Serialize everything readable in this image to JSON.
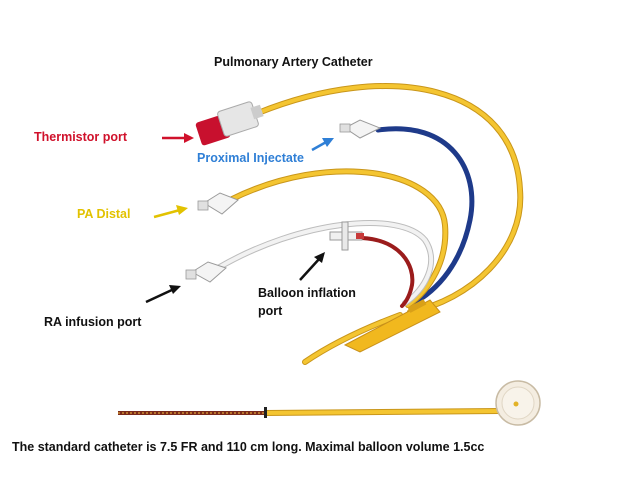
{
  "title": "Pulmonary Artery Catheter",
  "labels": {
    "thermistor_port": "Thermistor port",
    "proximal_injectate": "Proximal Injectate",
    "pa_distal": "PA Distal",
    "balloon_inflation_port": "Balloon inflation port",
    "ra_infusion_port": "RA infusion port"
  },
  "caption": "The standard catheter is 7.5 FR and 110 cm long.  Maximal balloon volume 1.5cc",
  "colors": {
    "thermistor": "#d0112b",
    "proximal": "#2f7fd6",
    "pa_distal": "#e2c200",
    "catheter_yellow": "#f2c12e",
    "lumen_blue": "#1e3a8a",
    "lumen_red": "#9b1c1c",
    "lumen_white": "#e8e8e8"
  }
}
